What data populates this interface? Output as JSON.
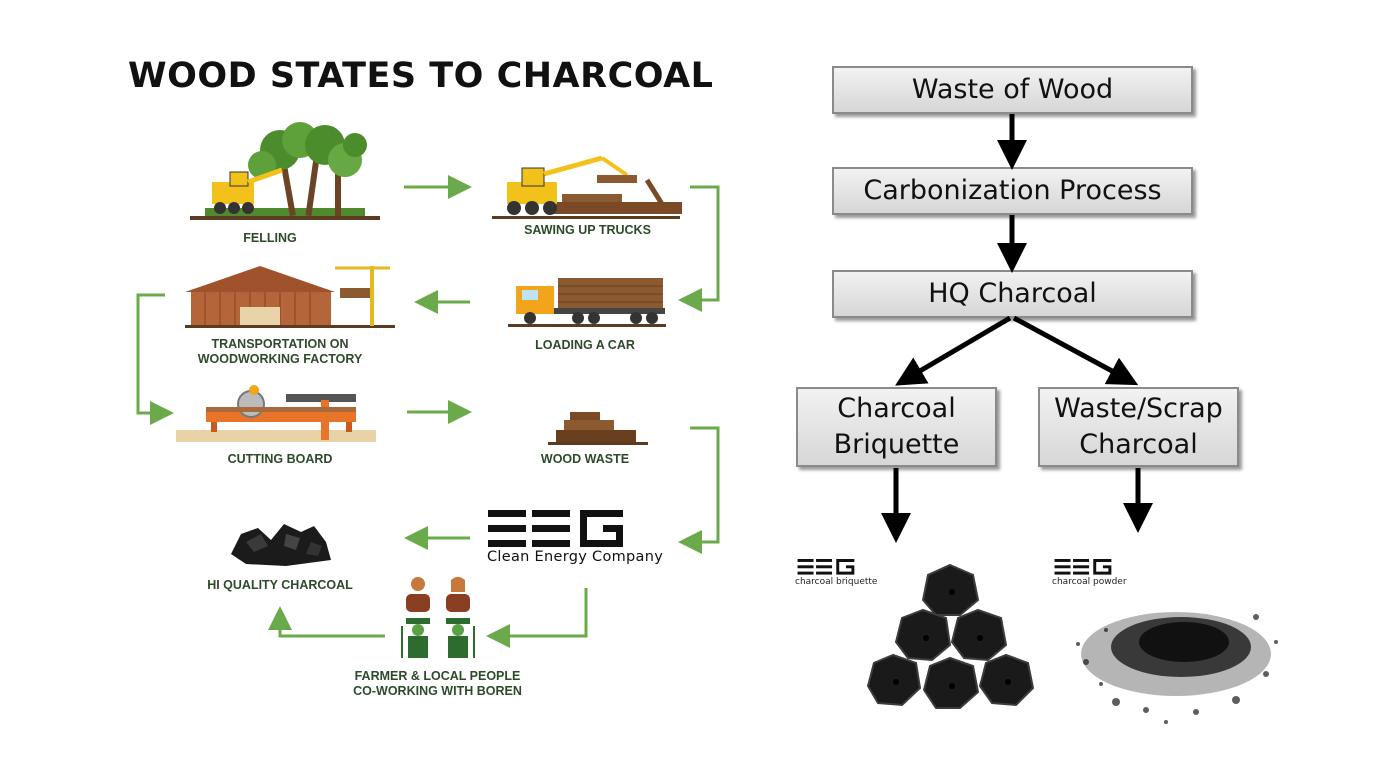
{
  "title": "WOOD STATES TO CHARCOAL",
  "steps": {
    "felling": "FELLING",
    "sawing": "SAWING UP TRUCKS",
    "transport_line1": "TRANSPORTATION ON",
    "transport_line2": "WOODWORKING FACTORY",
    "loading": "LOADING A CAR",
    "cutting": "CUTTING BOARD",
    "wood_waste": "WOOD WASTE",
    "hq_charcoal": "HI QUALITY CHARCOAL",
    "farmer_line1": "FARMER & LOCAL PEOPLE",
    "farmer_line2": "CO-WORKING WITH BOREN"
  },
  "company": {
    "logo": "EEG",
    "tagline": "Clean Energy Company"
  },
  "flow": {
    "waste_of_wood": "Waste of Wood",
    "carbonization": "Carbonization Process",
    "hq_charcoal": "HQ Charcoal",
    "briquette_line1": "Charcoal",
    "briquette_line2": "Briquette",
    "scrap_line1": "Waste/Scrap",
    "scrap_line2": "Charcoal"
  },
  "products": {
    "briquette_logo": "EEG",
    "briquette_label": "charcoal briquette",
    "powder_logo": "EEG",
    "powder_label": "charcoal powder"
  },
  "colors": {
    "arrow_green": "#6aaa4a",
    "caption_green": "#2d4a2a"
  }
}
